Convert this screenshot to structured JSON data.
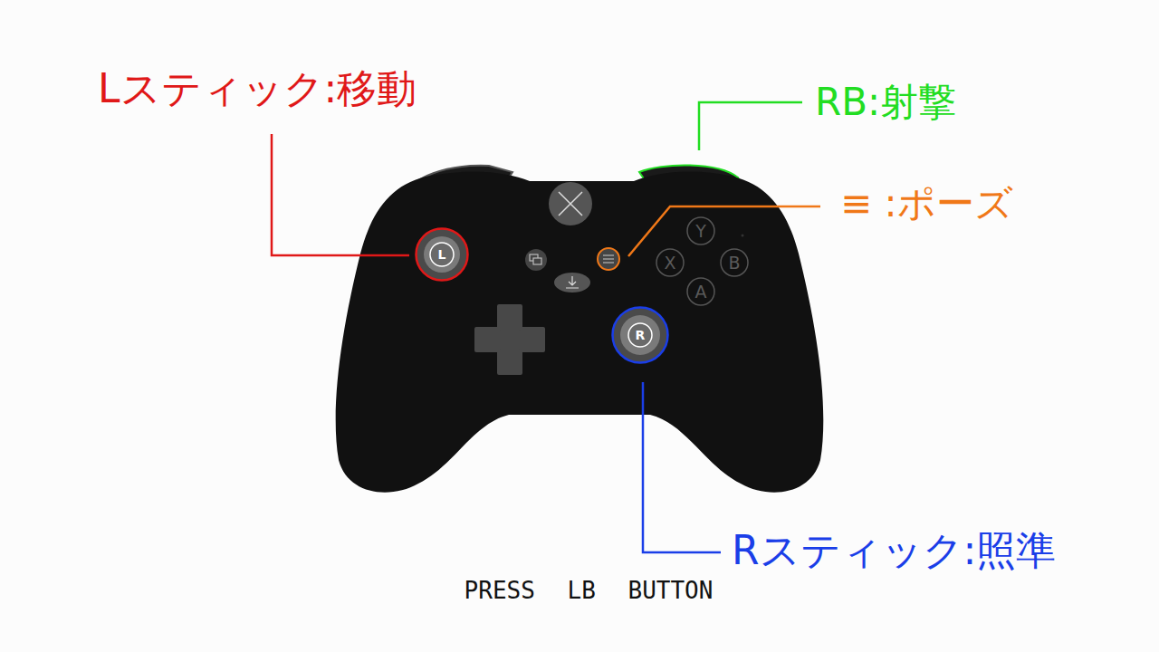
{
  "diagram": {
    "nodes": [
      {
        "text": [
          "L"
        ]
      },
      {
        "text": [
          "Y"
        ]
      },
      {
        "text": [
          "X"
        ]
      },
      {
        "text": [
          "B"
        ]
      },
      {
        "text": [
          "A"
        ]
      },
      {
        "text": [
          "R"
        ]
      }
    ],
    "labels": [
      "Lスティック:移動",
      "RB:射撃",
      "≡ :ポーズ",
      "Rスティック:照準",
      "PRESS LB BUTTON"
    ]
  }
}
